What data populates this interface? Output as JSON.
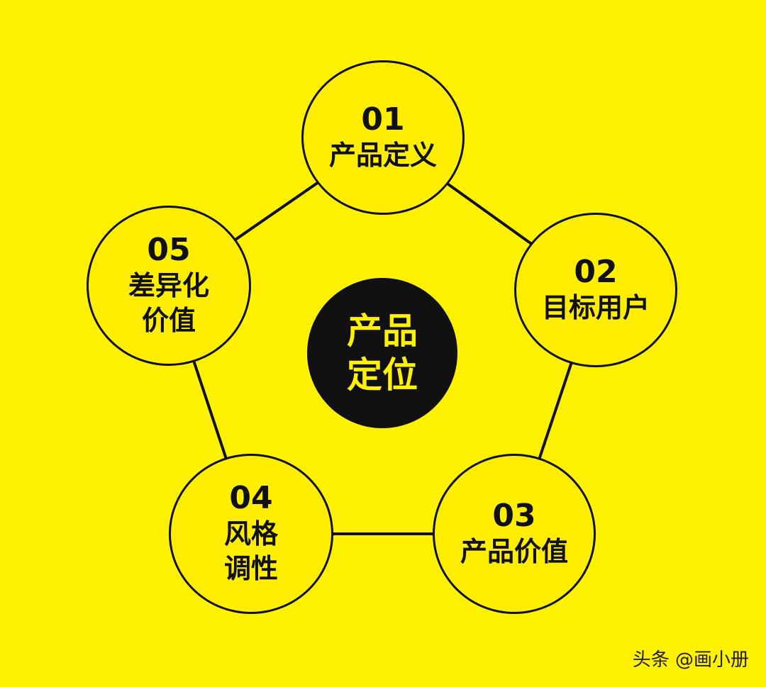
{
  "diagram": {
    "center": {
      "line1": "产品",
      "line2": "定位"
    },
    "nodes": [
      {
        "number": "01",
        "lines": [
          "产品定义"
        ]
      },
      {
        "number": "02",
        "lines": [
          "目标用户"
        ]
      },
      {
        "number": "03",
        "lines": [
          "产品价值"
        ]
      },
      {
        "number": "04",
        "lines": [
          "风格",
          "调性"
        ]
      },
      {
        "number": "05",
        "lines": [
          "差异化",
          "价值"
        ]
      }
    ]
  },
  "watermark": "头条 @画小册",
  "colors": {
    "background": "#FFF200",
    "node_fill": "#FFEE00",
    "line": "#111111",
    "center_fill": "#111111",
    "center_text": "#FFF200"
  }
}
